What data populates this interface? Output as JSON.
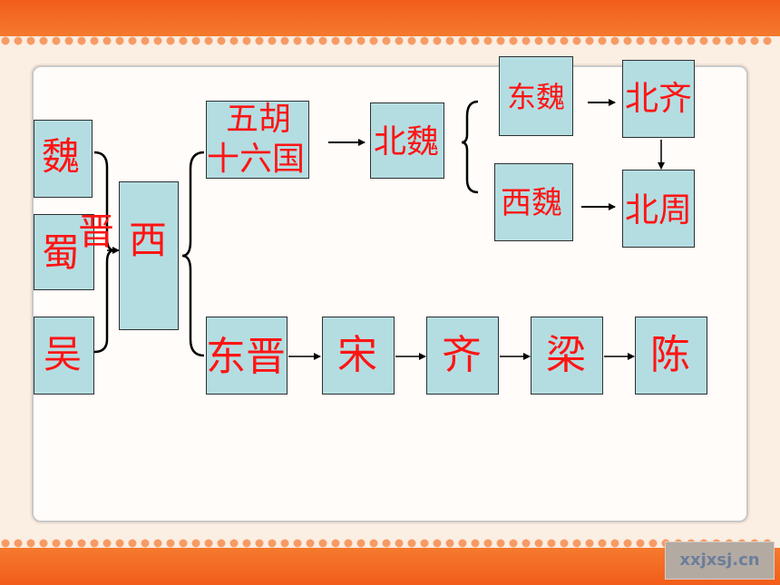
{
  "nodes": {
    "wei": "魏",
    "shu": "蜀",
    "wu": "吴",
    "jin": "晋",
    "xi": "西",
    "wuhu_line1": "五胡",
    "wuhu_line2": "十六国",
    "beiwei": "北魏",
    "dongwei": "东魏",
    "xiwei": "西魏",
    "beiqi": "北齐",
    "beizhou": "北周",
    "dongjin": "东晋",
    "song": "宋",
    "qi": "齐",
    "liang": "梁",
    "chen": "陈"
  },
  "watermark": "xxjxsj.cn",
  "colors": {
    "band": "#f25d1a",
    "box_fill": "#b4dde2",
    "label": "#ff1414"
  }
}
